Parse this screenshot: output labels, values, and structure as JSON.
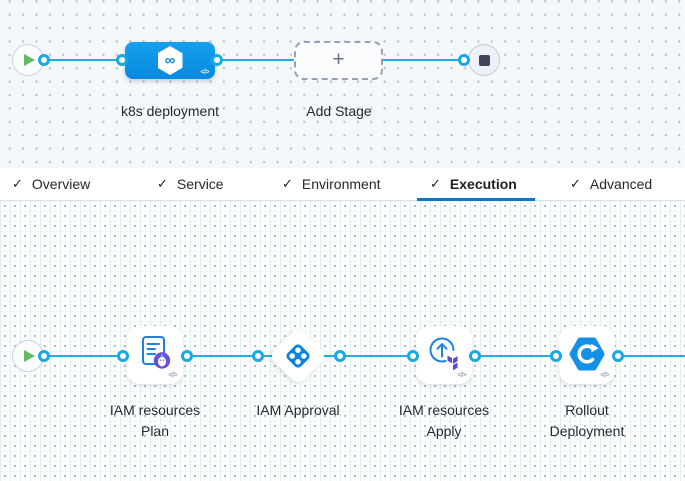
{
  "glyphs": {
    "check": "✓",
    "plus": "+",
    "code": "</>",
    "infinity": "∞"
  },
  "colors": {
    "flow_line": "#20ade4",
    "stage_node_blue": "#0c95e8",
    "icon_blue": "#0b84e0",
    "terraform_purple": "#584bd2",
    "plan_badge_purple": "#6a4fd8",
    "active_tab_underline": "#0b78d0",
    "play_green": "#61b965",
    "stop_gray": "#41445a"
  },
  "stage_pipeline": {
    "stage": {
      "label": "k8s deployment"
    },
    "add_stage": {
      "label": "Add Stage"
    }
  },
  "tabs": {
    "items": [
      {
        "label": "Overview"
      },
      {
        "label": "Service"
      },
      {
        "label": "Environment"
      },
      {
        "label": "Execution",
        "active": true
      },
      {
        "label": "Advanced"
      }
    ]
  },
  "execution": {
    "steps": [
      {
        "line1": "IAM resources",
        "line2": "Plan"
      },
      {
        "line1": "IAM Approval",
        "line2": ""
      },
      {
        "line1": "IAM resources",
        "line2": "Apply"
      },
      {
        "line1": "Rollout",
        "line2": "Deployment"
      }
    ]
  }
}
